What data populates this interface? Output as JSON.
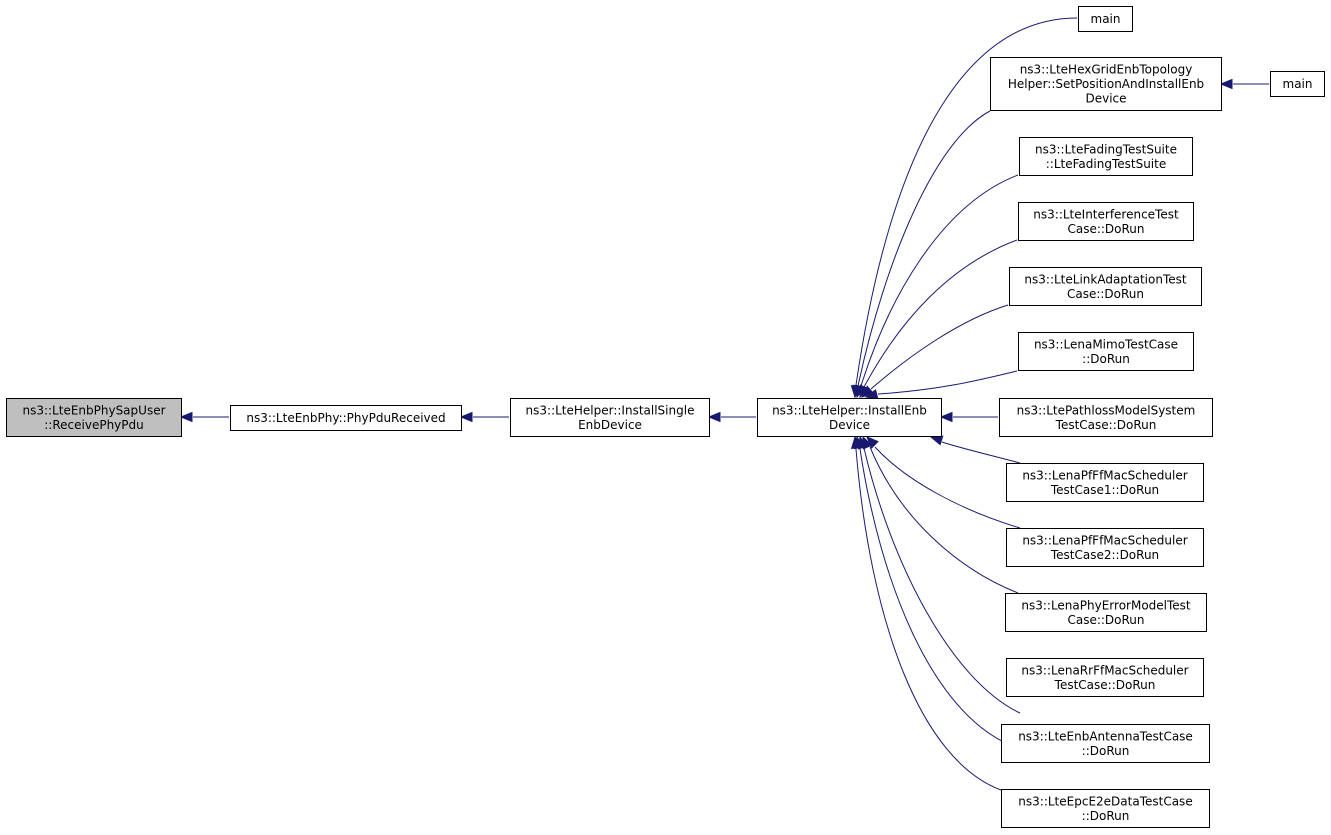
{
  "graph": {
    "nodes": {
      "receive_phy_pdu": [
        "ns3::LteEnbPhySapUser",
        "::ReceivePhyPdu"
      ],
      "phy_pdu_received": [
        "ns3::LteEnbPhy::PhyPduReceived"
      ],
      "install_single_enb_device": [
        "ns3::LteHelper::InstallSingle",
        "EnbDevice"
      ],
      "install_enb_device": [
        "ns3::LteHelper::InstallEnb",
        "Device"
      ],
      "main_1": [
        "main"
      ],
      "hex_grid_set_position": [
        "ns3::LteHexGridEnbTopology",
        "Helper::SetPositionAndInstallEnb",
        "Device"
      ],
      "main_2": [
        "main"
      ],
      "fading_test_suite": [
        "ns3::LteFadingTestSuite",
        "::LteFadingTestSuite"
      ],
      "interference_test": [
        "ns3::LteInterferenceTest",
        "Case::DoRun"
      ],
      "link_adaptation_test": [
        "ns3::LteLinkAdaptationTest",
        "Case::DoRun"
      ],
      "lena_mimo_test": [
        "ns3::LenaMimoTestCase",
        "::DoRun"
      ],
      "pathloss_model_test": [
        "ns3::LtePathlossModelSystem",
        "TestCase::DoRun"
      ],
      "pf_scheduler_test1": [
        "ns3::LenaPfFfMacScheduler",
        "TestCase1::DoRun"
      ],
      "pf_scheduler_test2": [
        "ns3::LenaPfFfMacScheduler",
        "TestCase2::DoRun"
      ],
      "phy_error_model_test": [
        "ns3::LenaPhyErrorModelTest",
        "Case::DoRun"
      ],
      "rr_scheduler_test": [
        "ns3::LenaRrFfMacScheduler",
        "TestCase::DoRun"
      ],
      "enb_antenna_test": [
        "ns3::LteEnbAntennaTestCase",
        "::DoRun"
      ],
      "epc_e2e_data_test": [
        "ns3::LteEpcE2eDataTestCase",
        "::DoRun"
      ]
    }
  },
  "colors": {
    "focus_fill": "#bfbfbf",
    "node_fill": "#ffffff",
    "edge": "#191970"
  }
}
